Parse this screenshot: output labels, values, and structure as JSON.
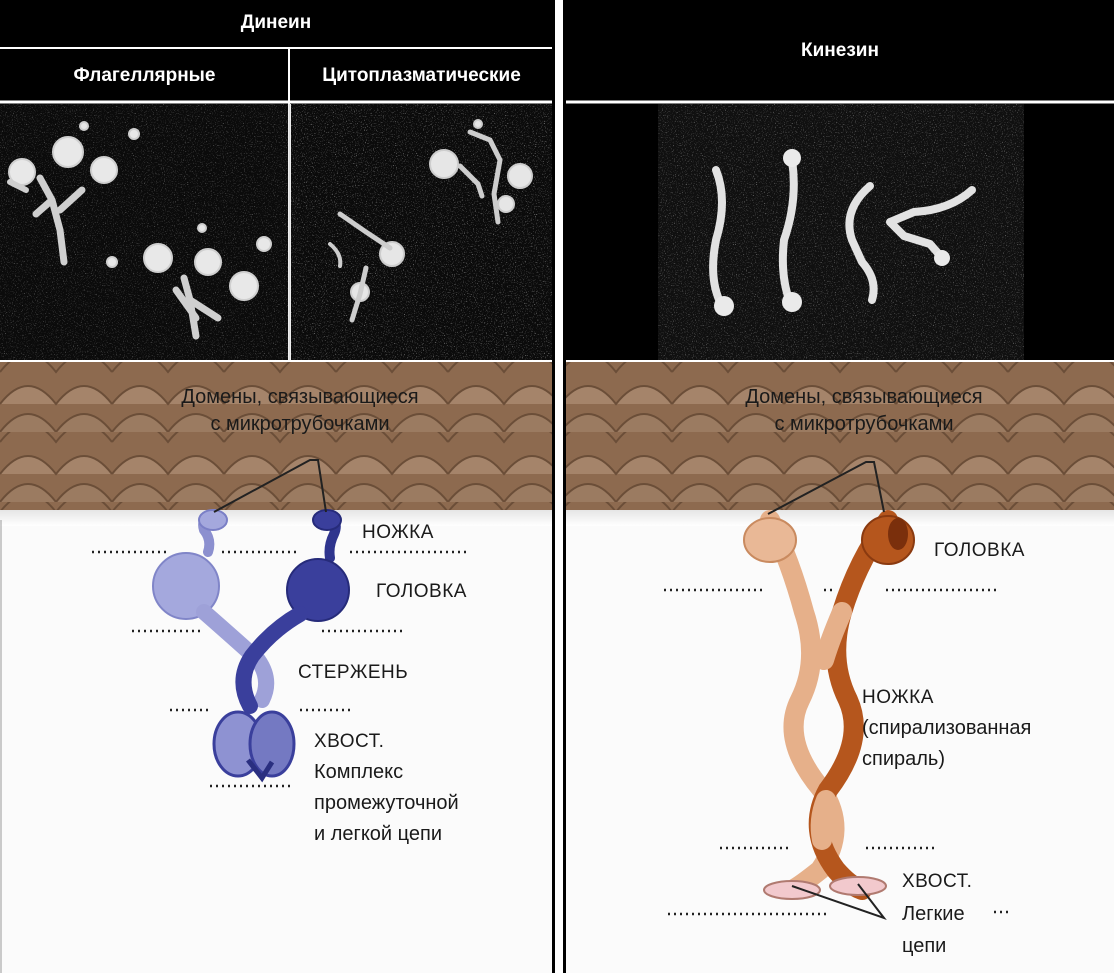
{
  "dynein": {
    "header": "Динеин",
    "flagellar": "Флагеллярные",
    "cytoplasmic": "Цитоплазматические",
    "binding_domains_line1": "Домены, связывающиеся",
    "binding_domains_line2": "с микротрубочками",
    "stalk": "НОЖКА",
    "head": "ГОЛОВКА",
    "rod": "СТЕРЖЕНЬ",
    "tail_line1": "ХВОСТ.",
    "tail_line2": "Комплекс",
    "tail_line3": "промежуточной",
    "tail_line4": "и легкой цепи"
  },
  "kinesin": {
    "header": "Кинезин",
    "binding_domains_line1": "Домены, связывающиеся",
    "binding_domains_line2": "с микротрубочками",
    "head": "ГОЛОВКА",
    "stalk_line1": "НОЖКА",
    "stalk_line2": "(спирализованная",
    "stalk_line3": "спираль)",
    "tail_line1": "ХВОСТ.",
    "tail_line2": "Легкие",
    "tail_line3": "цепи"
  },
  "colors": {
    "header_bg": "#000000",
    "microtubule": "#9a7a5e",
    "dynein_light": "#9ea1d8",
    "dynein_dark": "#3a3f9c",
    "kinesin_light": "#e6b08a",
    "kinesin_dark": "#b5561d"
  }
}
